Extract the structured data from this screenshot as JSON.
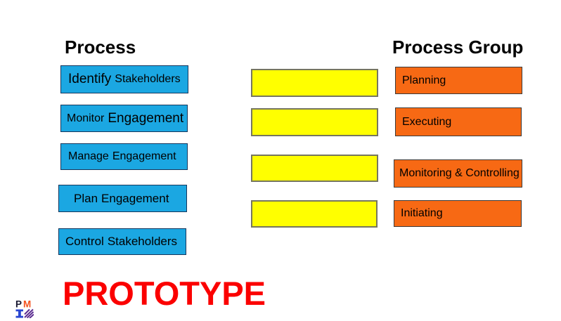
{
  "colors": {
    "process-fill": "#1BA7E2",
    "process-border": "#16365C",
    "slot-fill": "#FFFF00",
    "slot-border": "#76765F",
    "group-fill": "#F76914",
    "group-border": "#3A3A3A",
    "watermark": "#FB0000",
    "heading": "#000000",
    "logo-p": "#181830",
    "logo-m": "#F4511E",
    "logo-i": "#2946D2",
    "logo-stripe": "#5C2D91"
  },
  "left_column": {
    "header": "Process",
    "boxes": [
      {
        "text_a": "Identify",
        "text_b": "Stakeholders"
      },
      {
        "text_a": "Monitor",
        "text_b": "Engagement"
      },
      {
        "text_a": "Manage",
        "text_b": "Engagement"
      },
      {
        "text_a": "Plan",
        "text_b": "Engagement"
      },
      {
        "text_a": "Control",
        "text_b": "Stakeholders"
      }
    ]
  },
  "middle_column": {
    "slot_count": 4
  },
  "right_column": {
    "header": "Process Group",
    "boxes": [
      {
        "label": "Planning"
      },
      {
        "label": "Executing"
      },
      {
        "label": "Monitoring & Controlling"
      },
      {
        "label": "Initiating"
      }
    ]
  },
  "watermark": {
    "text": "PROTOTYPE"
  },
  "logo": {
    "letter_p": "P",
    "letter_m": "M"
  }
}
